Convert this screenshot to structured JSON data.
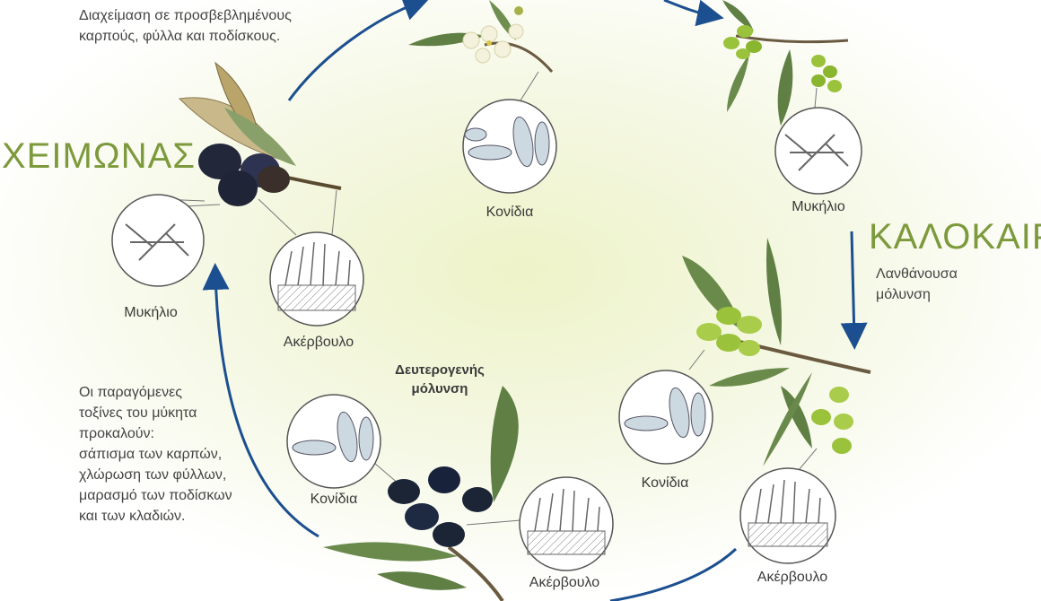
{
  "seasons": {
    "winter": "ΧΕΙΜΩΝΑΣ",
    "summer": "ΚΑΛΟΚΑΙΡΙ"
  },
  "notes": {
    "overwinter_line1": "Διαχείμαση σε προσβεβλημένους",
    "overwinter_line2": "καρπούς, φύλλα και ποδίσκους.",
    "latent_line1": "Λανθάνουσα",
    "latent_line2": "μόλυνση",
    "secondary_line1": "Δευτερογενής",
    "secondary_line2": "μόλυνση",
    "toxins": [
      "Οι παραγόμενες",
      "τοξίνες του μύκητα",
      "προκαλούν:",
      "σάπισμα των καρπών,",
      "χλώρωση των φύλλων,",
      "μαρασμό των ποδίσκων",
      "και των κλαδιών."
    ]
  },
  "labels": {
    "conidia_top": "Κονίδια",
    "mycelium_right": "Μυκήλιο",
    "mycelium_left": "Μυκήλιο",
    "acervulus_left": "Ακέρβουλο",
    "conidia_right": "Κονίδια",
    "acervulus_right": "Ακέρβουλο",
    "conidia_bottom": "Κονίδια",
    "acervulus_bottom": "Ακέρβουλο"
  },
  "colors": {
    "season_green": "#7c9a3c",
    "arrow_blue": "#1c4f8f",
    "leaf_green": "#5f7f44",
    "olive_green": "#9ac23b",
    "olive_black": "#1b2536"
  }
}
